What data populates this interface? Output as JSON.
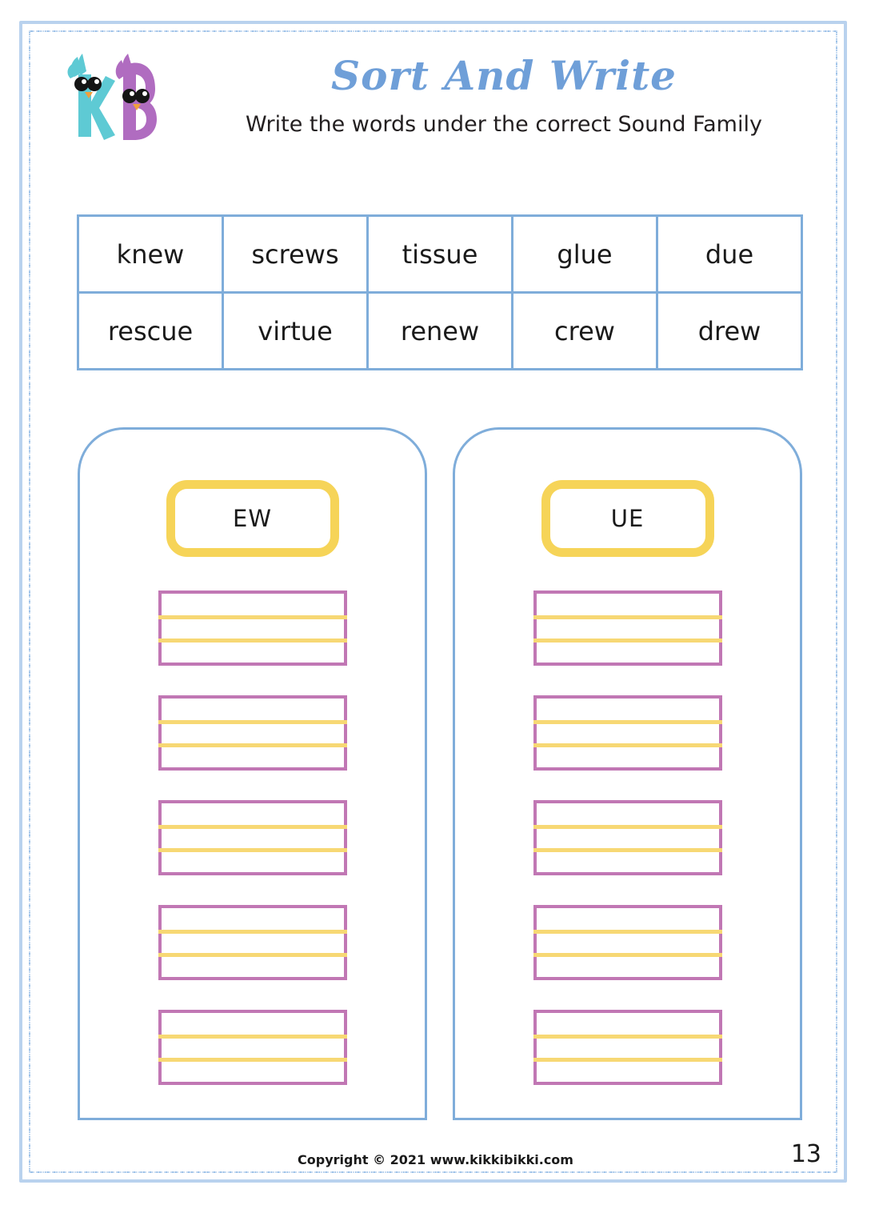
{
  "page": {
    "title": "Sort And Write",
    "subtitle": "Write the words under the correct Sound Family",
    "page_number": "13",
    "copyright": "Copyright © 2021 www.kikkibikki.com"
  },
  "logo": {
    "letter_k": "K",
    "letter_b": "B",
    "k_color": "#5ecad4",
    "b_color": "#b濃"
  },
  "colors": {
    "border_blue": "#b9d2ee",
    "table_blue": "#7fadda",
    "panel_blue": "#7fadda",
    "header_yellow": "#f6d458",
    "guide_yellow": "#f7d874",
    "box_purple": "#c177b4",
    "title_blue": "#6f9fd8"
  },
  "word_bank": {
    "rows": [
      [
        "knew",
        "screws",
        "tissue",
        "glue",
        "due"
      ],
      [
        "rescue",
        "virtue",
        "renew",
        "crew",
        "drew"
      ]
    ]
  },
  "sort_panels": [
    {
      "header": "EW",
      "line_count": 5
    },
    {
      "header": "UE",
      "line_count": 5
    }
  ]
}
